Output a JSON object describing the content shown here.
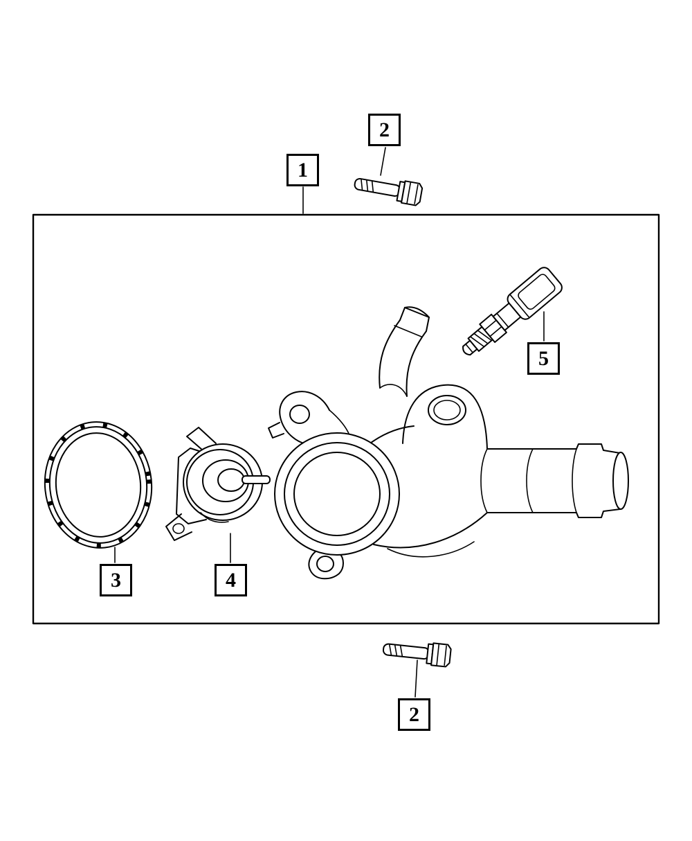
{
  "colors": {
    "line": "#000000",
    "background": "#ffffff"
  },
  "callouts": {
    "assembly": {
      "label": "1"
    },
    "bolt_top": {
      "label": "2"
    },
    "bolt_bottom": {
      "label": "2"
    },
    "gasket": {
      "label": "3"
    },
    "thermostat": {
      "label": "4"
    },
    "sensor": {
      "label": "5"
    }
  }
}
